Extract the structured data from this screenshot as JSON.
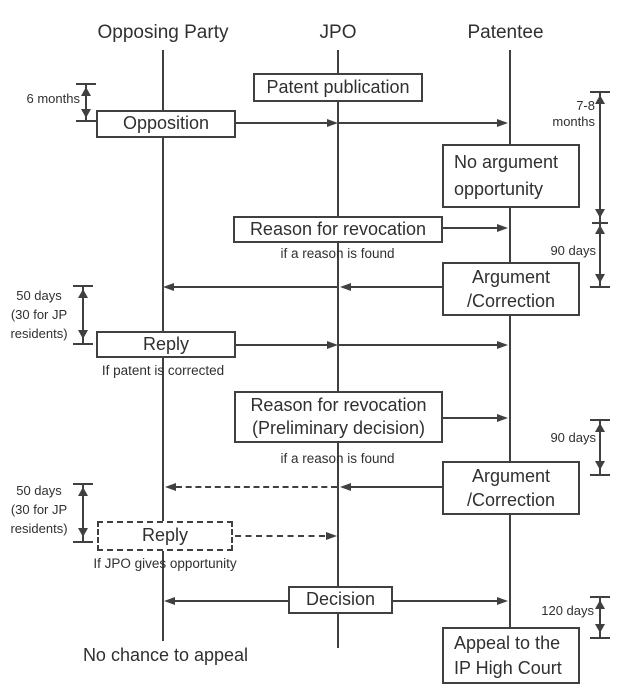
{
  "header": {
    "lanes": [
      "Opposing Party",
      "JPO",
      "Patentee"
    ]
  },
  "boxes": {
    "patent_publication": "Patent publication",
    "opposition": "Opposition",
    "no_argument_opportunity": "No argument\nopportunity",
    "reason_for_revocation": "Reason for revocation",
    "argument_correction": "Argument\n/Correction",
    "reply": "Reply",
    "reason_preliminary": "Reason for revocation\n(Preliminary decision)",
    "decision": "Decision",
    "appeal_ip_high_court": "Appeal to the\nIP High Court"
  },
  "durations": {
    "six_months": "6 months",
    "seven_eight_months": "7-8\nmonths",
    "ninety_days": "90 days",
    "fifty_days": "50 days\n(30 for JP\nresidents)",
    "one_twenty_days": "120 days"
  },
  "captions": {
    "if_reason_found": "if a reason is found",
    "if_patent_corrected": "If patent is corrected",
    "if_jpo_gives_opportunity": "If JPO gives opportunity",
    "no_chance_to_appeal": "No chance to appeal"
  },
  "colors": {
    "line": "#404040",
    "text": "#303030",
    "background": "#ffffff"
  }
}
